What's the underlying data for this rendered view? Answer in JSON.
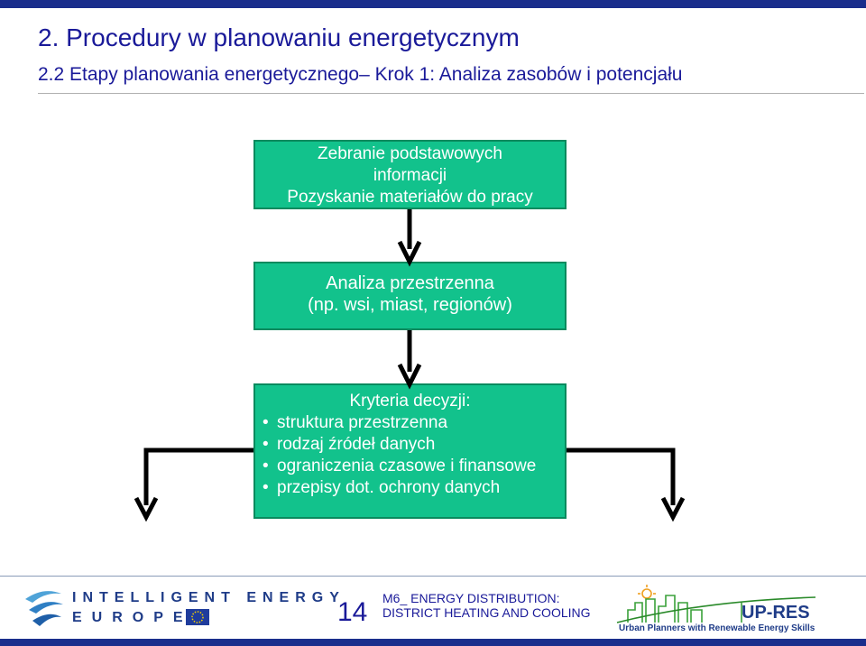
{
  "colors": {
    "title": "#1a1a99",
    "box_fill": "#12c28c",
    "box_border": "#0a8a5e",
    "stripe": "#1a2e8c"
  },
  "header": {
    "title": "2. Procedury  w planowaniu energetycznym",
    "subtitle": "2.2 Etapy planowania energetycznego– Krok 1: Analiza zasobów i potencjału"
  },
  "diagram": {
    "box1": {
      "lines": [
        "Zebranie podstawowych",
        "informacji",
        "Pozyskanie materiałów do pracy"
      ]
    },
    "box2": {
      "lines": [
        "Analiza przestrzenna",
        "(np.  wsi, miast, regionów)"
      ]
    },
    "box3": {
      "heading": "Kryteria decyzji:",
      "items": [
        "struktura  przestrzenna",
        "rodzaj źródeł danych",
        "ograniczenia czasowe i finansowe",
        "przepisy dot. ochrony danych"
      ]
    }
  },
  "footer": {
    "logo_line1": "INTELLIGENT ENERGY",
    "logo_line2": "EUROPE",
    "page_number": "14",
    "module_line1": "M6_ ENERGY DISTRIBUTION:",
    "module_line2": "DISTRICT HEATING AND COOLING",
    "upres_logo": "UP-RES",
    "upres_tagline": "Urban Planners with Renewable Energy Skills"
  }
}
